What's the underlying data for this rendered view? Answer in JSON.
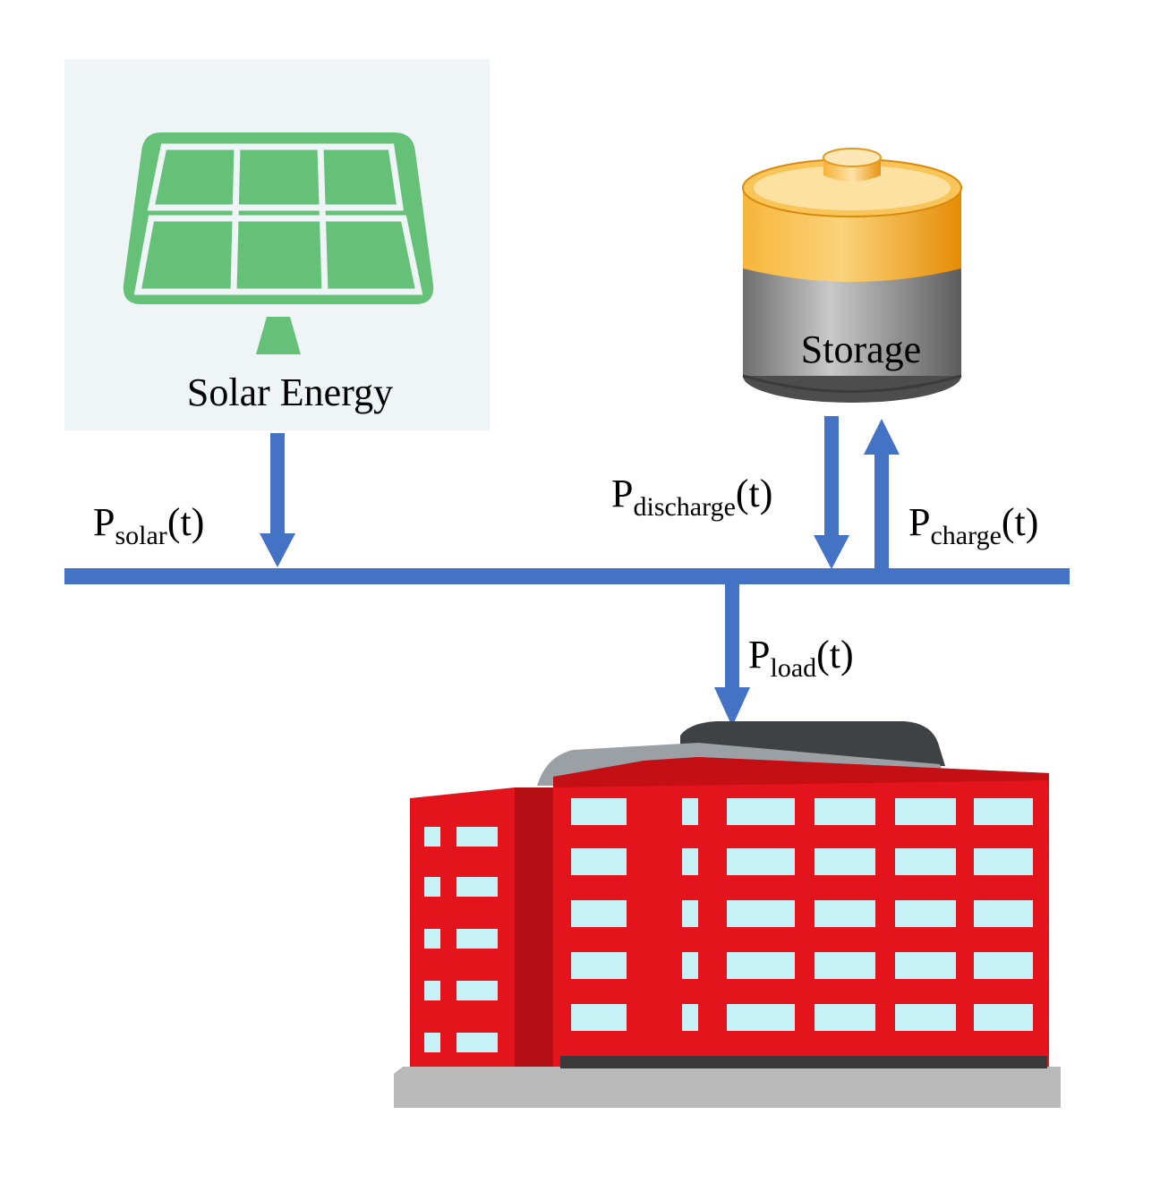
{
  "nodes": {
    "solar": {
      "label": "Solar Energy",
      "panel_color": "#65c178",
      "bg_color": "#eff4f7"
    },
    "storage": {
      "label": "Storage",
      "top_color": "#f3a21b",
      "body_color": "#8e8e8e"
    },
    "building": {
      "wall_color": "#e3141b",
      "window_color": "#c6f1f7",
      "base_color": "#b9b9b9"
    }
  },
  "flows": {
    "solar": {
      "symbol": "P",
      "subscript": "solar",
      "suffix": "(t)"
    },
    "discharge": {
      "symbol": "P",
      "subscript": "discharge",
      "suffix": "(t)"
    },
    "charge": {
      "symbol": "P",
      "subscript": "charge",
      "suffix": "(t)"
    },
    "load": {
      "symbol": "P",
      "subscript": "load",
      "suffix": "(t)"
    }
  },
  "colors": {
    "bus": "#4472c4",
    "arrow": "#4472c4"
  }
}
